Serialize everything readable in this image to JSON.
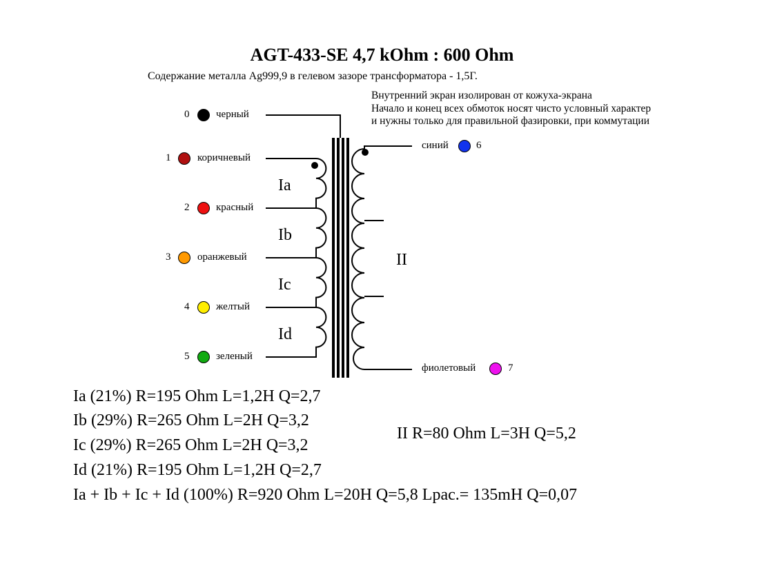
{
  "title": "AGT-433-SE  4,7 kOhm : 600 Ohm",
  "subtitle": "Содержание металла Ag999,9 в гелевом зазоре трансформатора -   1,5Г.",
  "notes": [
    "Внутренний экран изолирован от кожуха-экрана",
    "Начало и конец всех обмоток носят чисто условный характер",
    "и нужны только для правильной фазировки, при коммутации"
  ],
  "primary_terminals": [
    {
      "number": "0",
      "label": "черный",
      "color": "#000000"
    },
    {
      "number": "1",
      "label": "коричневый",
      "color": "#b01010"
    },
    {
      "number": "2",
      "label": "красный",
      "color": "#ee1111"
    },
    {
      "number": "3",
      "label": "оранжевый",
      "color": "#ff9900"
    },
    {
      "number": "4",
      "label": "желтый",
      "color": "#ffee00"
    },
    {
      "number": "5",
      "label": "зеленый",
      "color": "#11aa11"
    }
  ],
  "secondary_terminals": [
    {
      "number": "6",
      "label": "синий",
      "color": "#1133ee"
    },
    {
      "number": "7",
      "label": "фиолетовый",
      "color": "#ee11ee"
    }
  ],
  "winding_labels": {
    "ia": "Ia",
    "ib": "Ib",
    "ic": "Ic",
    "id": "Id",
    "ii": "II"
  },
  "specs": [
    "Ia (21%) R=195 Ohm L=1,2H Q=2,7",
    "Ib (29%) R=265 Ohm L=2H Q=3,2",
    "Ic (29%) R=265 Ohm L=2H Q=3,2",
    "Id (21%) R=195 Ohm L=1,2H Q=2,7",
    "Ia + Ib + Ic + Id (100%) R=920 Ohm L=20H Q=5,8 Lрас.= 135mH Q=0,07"
  ],
  "secondary_spec": "II  R=80 Ohm L=3H Q=5,2"
}
